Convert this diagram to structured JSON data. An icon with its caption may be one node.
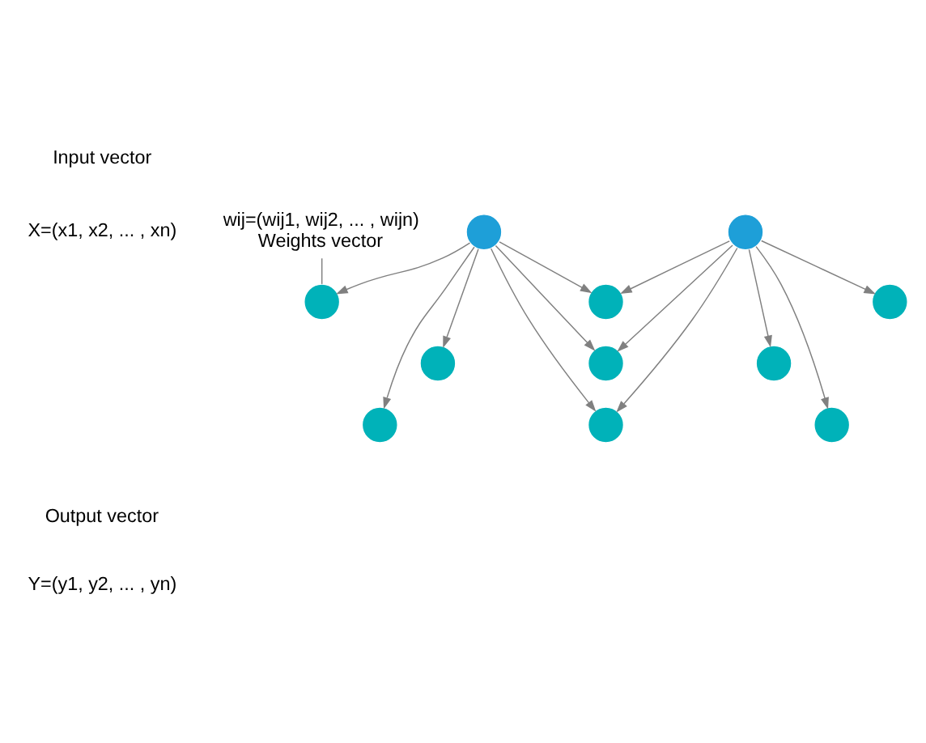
{
  "diagram": {
    "nodes": [
      {
        "text": [],
        "shape": "circle"
      },
      {
        "text": [],
        "shape": "circle"
      },
      {
        "text": [
          "wij=(wij1, wij2, ... , wijn)",
          "Weights vector"
        ]
      },
      {
        "text": [],
        "shape": "circle"
      },
      {
        "text": [],
        "shape": "circle"
      },
      {
        "text": [],
        "shape": "circle"
      },
      {
        "text": [],
        "shape": "circle"
      },
      {
        "text": [],
        "shape": "circle"
      },
      {
        "text": [],
        "shape": "circle"
      },
      {
        "text": [],
        "shape": "circle"
      },
      {
        "text": [],
        "shape": "circle"
      },
      {
        "text": [],
        "shape": "circle"
      }
    ],
    "edges": [
      {
        "from": 0,
        "to": 9,
        "arrow": "to"
      },
      {
        "from": 0,
        "to": 6,
        "arrow": "to"
      },
      {
        "from": 0,
        "to": 10,
        "arrow": "to"
      },
      {
        "from": 0,
        "to": 3,
        "arrow": "to"
      },
      {
        "from": 0,
        "to": 7,
        "arrow": "to"
      },
      {
        "from": 0,
        "to": 4,
        "arrow": "to"
      },
      {
        "from": 1,
        "to": 10,
        "arrow": "to"
      },
      {
        "from": 1,
        "to": 7,
        "arrow": "to"
      },
      {
        "from": 1,
        "to": 4,
        "arrow": "to"
      },
      {
        "from": 1,
        "to": 11,
        "arrow": "to"
      },
      {
        "from": 1,
        "to": 8,
        "arrow": "to"
      },
      {
        "from": 1,
        "to": 5,
        "arrow": "to"
      },
      {
        "from": 2,
        "to": 5,
        "arrow": "none"
      }
    ],
    "labels": [
      "Input vector",
      "X=(x1, x2, ... , xn)",
      "Output vector",
      "Y=(y1, y2, ... , yn)"
    ]
  }
}
